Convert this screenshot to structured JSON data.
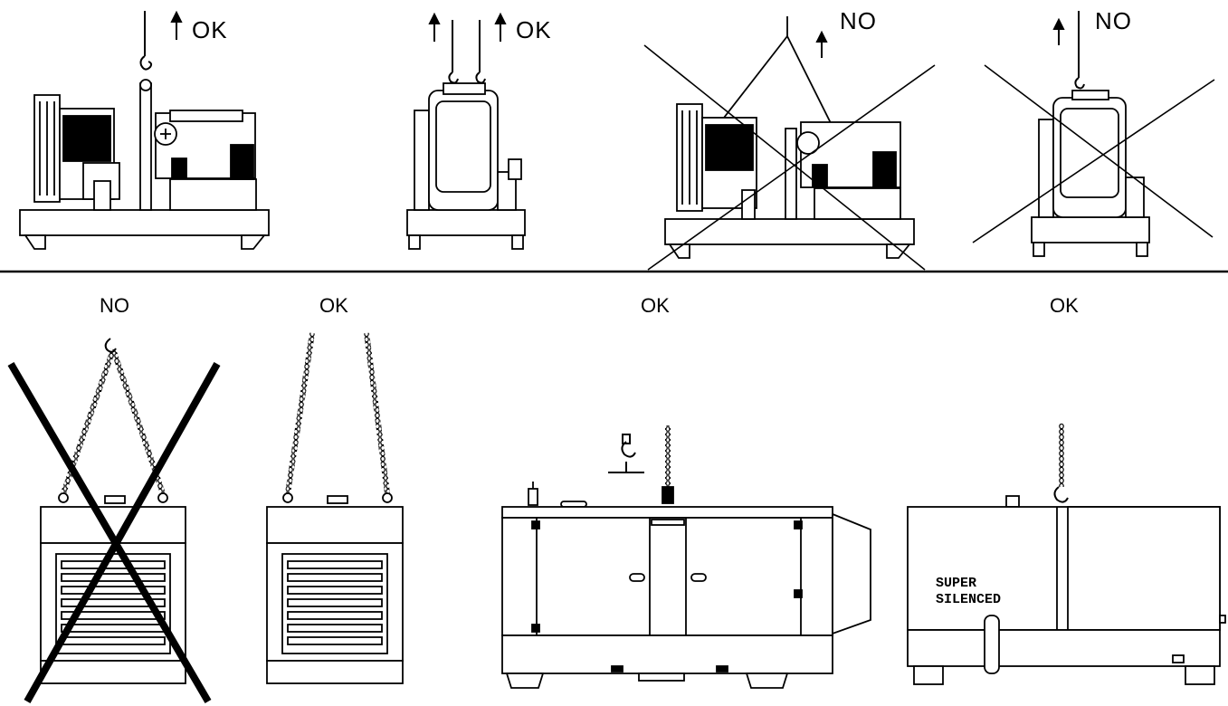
{
  "top_row": {
    "panels": [
      {
        "label": "OK"
      },
      {
        "label": "OK"
      },
      {
        "label": "NO"
      },
      {
        "label": "NO"
      }
    ]
  },
  "bottom_row": {
    "panels": [
      {
        "label": "NO"
      },
      {
        "label": "OK"
      },
      {
        "label": "OK"
      },
      {
        "label": "OK"
      }
    ]
  },
  "brand": {
    "line1": "SUPER",
    "line2": "SILENCED"
  },
  "colors": {
    "ink": "#000000",
    "background": "#ffffff"
  }
}
